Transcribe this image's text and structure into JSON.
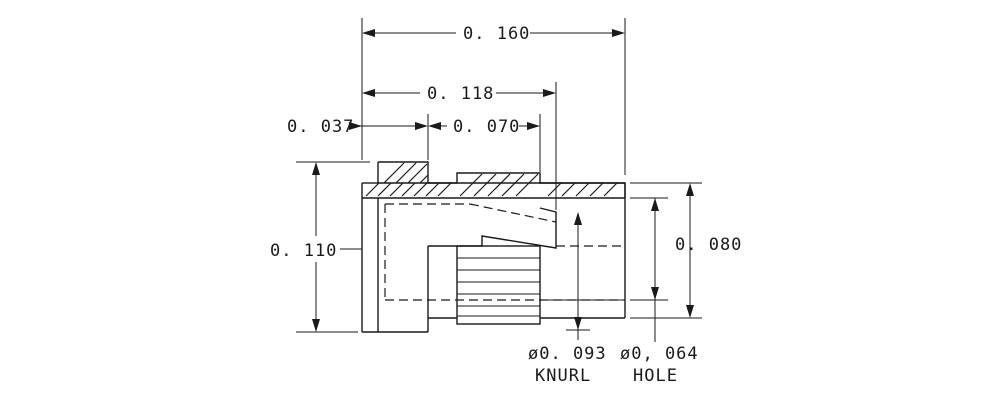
{
  "dimensions": {
    "overall_length": "0. 160",
    "length_118": "0. 118",
    "length_037": "0. 037",
    "length_070": "0. 070",
    "height_110": "0. 110",
    "height_080": "0. 080"
  },
  "callouts": {
    "knurl_diameter": "ø0. 093",
    "knurl_label": "KNURL",
    "hole_diameter": "ø0, 064",
    "hole_label": "HOLE"
  }
}
